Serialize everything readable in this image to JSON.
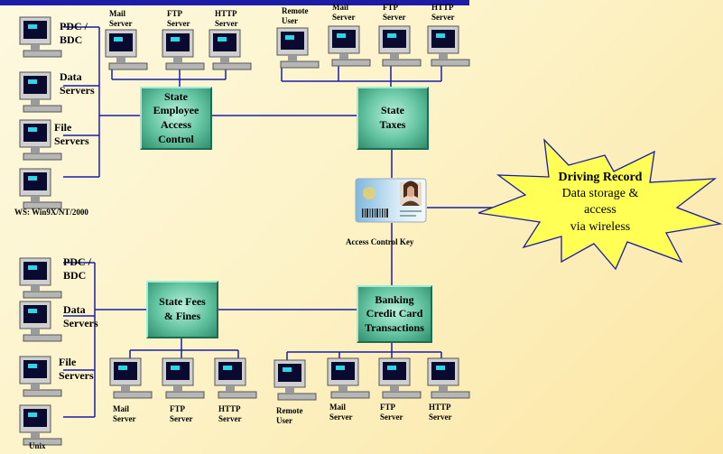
{
  "top_section": {
    "left_servers": [
      {
        "key": "pdc",
        "label": "PDC / BDC"
      },
      {
        "key": "data",
        "label": "Data Servers"
      },
      {
        "key": "file",
        "label": "File Servers"
      },
      {
        "key": "ws",
        "label": "WS: Win9X/NT/2000"
      }
    ],
    "top_servers": [
      {
        "label": "Mail Server"
      },
      {
        "label": "FTP Server"
      },
      {
        "label": "HTTP Server"
      }
    ],
    "right_servers": [
      {
        "label": "Remote User"
      },
      {
        "label": "Mail Server"
      },
      {
        "label": "FTP Server"
      },
      {
        "label": "HTTP Server"
      }
    ],
    "box_left": "State Employee Access Control",
    "box_right": "State Taxes"
  },
  "bottom_section": {
    "left_servers": [
      {
        "label": "PDC / BDC"
      },
      {
        "label": "Data Servers"
      },
      {
        "label": "File Servers"
      },
      {
        "label": "Unix"
      }
    ],
    "left_group_servers": [
      {
        "label": "Mail Server"
      },
      {
        "label": "FTP Server"
      },
      {
        "label": "HTTP Server"
      }
    ],
    "right_group_servers": [
      {
        "label": "Remote User"
      },
      {
        "label": "Mail Server"
      },
      {
        "label": "FTP Server"
      },
      {
        "label": "HTTP Server"
      }
    ],
    "box_left": "State Fees & Fines",
    "box_right": "Banking Credit Card Transactions"
  },
  "access_key": {
    "label": "Access Control Key"
  },
  "callout": {
    "title": "Driving Record",
    "line1": "Data storage &",
    "line2": "access",
    "line3": "via wireless"
  },
  "colors": {
    "line": "#1c1ca8",
    "box": "#63c4a2",
    "burst": "#ffff55",
    "banner": "#1c1ca8"
  }
}
